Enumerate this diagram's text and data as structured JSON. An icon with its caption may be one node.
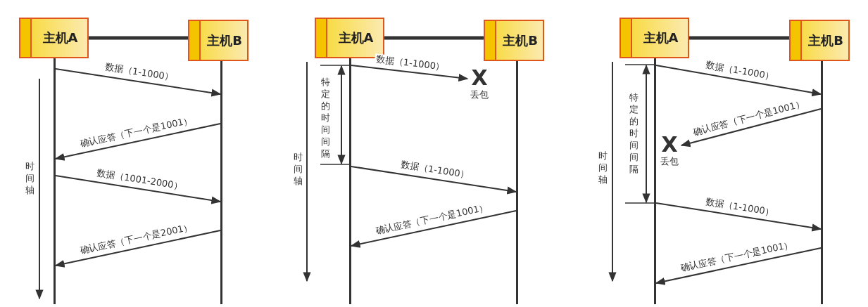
{
  "diagram": {
    "nodes": [
      {
        "text": [
          "主机A"
        ]
      },
      {
        "text": [
          "主机B"
        ]
      },
      {
        "text": [],
        "shape": "bar"
      },
      {
        "text": [],
        "shape": "bar"
      },
      {
        "text": [
          "主机A"
        ]
      },
      {
        "text": [
          "主机B"
        ]
      },
      {
        "text": [],
        "shape": "bar"
      },
      {
        "text": [],
        "shape": "bar"
      },
      {
        "text": [
          "X",
          "丢包"
        ]
      },
      {
        "text": [
          "主机A"
        ]
      },
      {
        "text": [
          "主机B"
        ]
      },
      {
        "text": [],
        "shape": "bar"
      },
      {
        "text": [],
        "shape": "bar"
      },
      {
        "text": [
          "X",
          "丢包"
        ]
      }
    ],
    "edges": [
      {
        "from": 0,
        "to": 1,
        "arrow": "none",
        "style": "thick"
      },
      {
        "from": 2,
        "to": 3,
        "arrow": "to",
        "label": "数据（1-1000）"
      },
      {
        "from": 3,
        "to": 2,
        "arrow": "to",
        "label": "确认应答（下一个是1001）"
      },
      {
        "from": 2,
        "to": 3,
        "arrow": "to",
        "label": "数据（1001-2000）"
      },
      {
        "from": 3,
        "to": 2,
        "arrow": "to",
        "label": "确认应答（下一个是2001）"
      },
      {
        "from": 4,
        "to": 5,
        "arrow": "none",
        "style": "thick"
      },
      {
        "from": 6,
        "to": 8,
        "arrow": "to",
        "label": "数据（1-1000）"
      },
      {
        "from": 6,
        "to": 7,
        "arrow": "to",
        "label": "数据（1-1000）"
      },
      {
        "from": 7,
        "to": 6,
        "arrow": "to",
        "label": "确认应答（下一个是1001）"
      },
      {
        "from": 9,
        "to": 10,
        "arrow": "none",
        "style": "thick"
      },
      {
        "from": 11,
        "to": 12,
        "arrow": "to",
        "label": "数据（1-1000）"
      },
      {
        "from": 12,
        "to": 13,
        "arrow": "to",
        "label": "确认应答（下一个是1001）"
      },
      {
        "from": 11,
        "to": 12,
        "arrow": "to",
        "label": "数据（1-1000）"
      },
      {
        "from": 12,
        "to": 11,
        "arrow": "to",
        "label": "确认应答（下一个是1001）"
      }
    ],
    "labels": [
      "时间轴",
      "特定的时间间隔",
      "时间轴",
      "特定的时间间隔",
      "时间轴"
    ]
  }
}
